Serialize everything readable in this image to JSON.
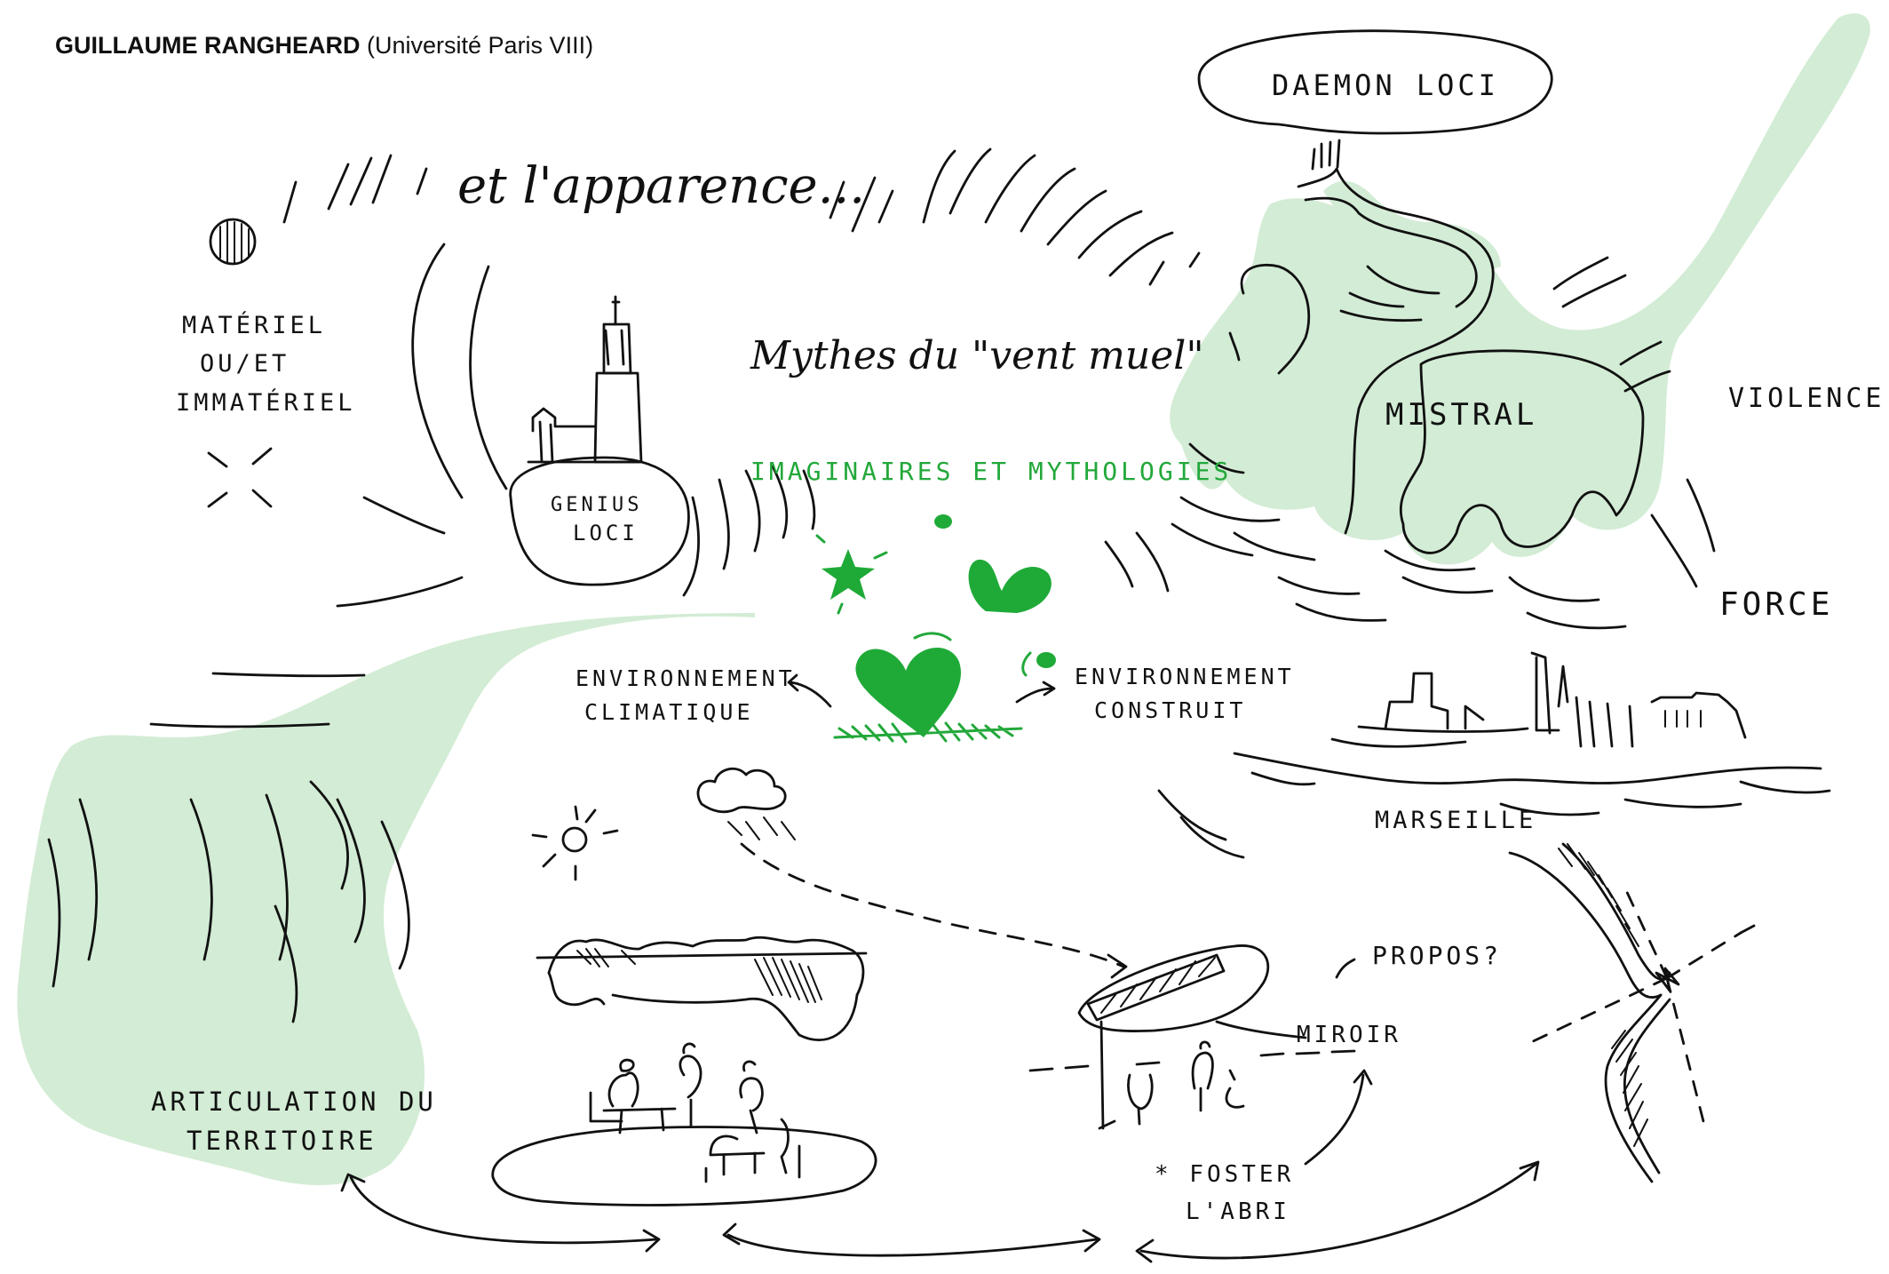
{
  "author": {
    "name": "GUILLAUME RANGHEARD",
    "affiliation": "(Université Paris VIII)"
  },
  "labels": {
    "daemon_loci": "DAEMON LOCI",
    "et_apparence": "et l'apparence...",
    "mythes": "Mythes du \"vent muel\"",
    "materiel_1": "MATÉRIEL",
    "materiel_2": "OU/ET",
    "materiel_3": "IMMATÉRIEL",
    "genius_1": "GENIUS",
    "genius_2": "LOCI",
    "imaginaires": "IMAGINAIRES ET MYTHOLOGIES",
    "mistral": "MISTRAL",
    "violence": "VIOLENCE",
    "force": "FORCE",
    "env_clim_1": "ENVIRONNEMENT",
    "env_clim_2": "CLIMATIQUE",
    "env_const_1": "ENVIRONNEMENT",
    "env_const_2": "CONSTRUIT",
    "marseille": "MARSEILLE",
    "propos": "PROPOS?",
    "miroir": "MIROIR",
    "foster_1": "* FOSTER",
    "foster_2": "L'ABRI",
    "articulation_1": "ARTICULATION DU",
    "articulation_2": "TERRITOIRE"
  },
  "colors": {
    "ink": "#111111",
    "green_wash": "#d3ecd5",
    "green_accent": "#1faa38"
  }
}
